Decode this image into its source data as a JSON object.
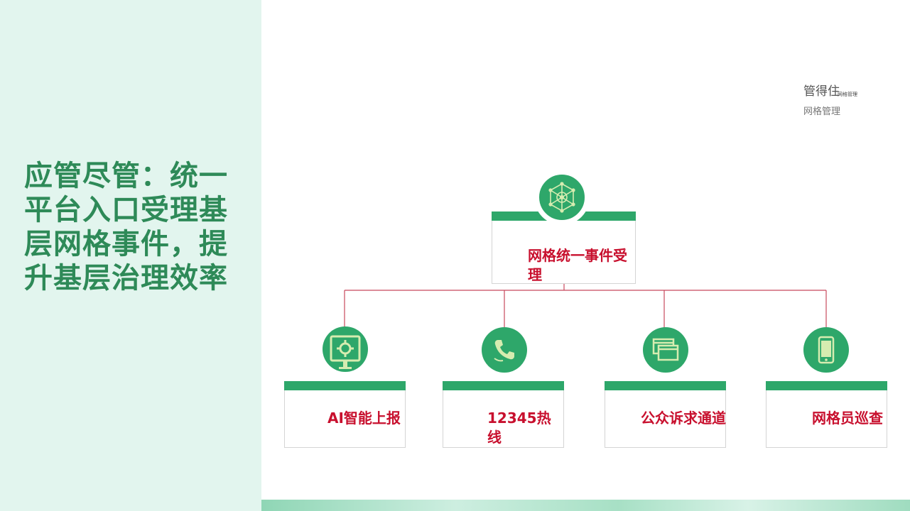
{
  "headline": "应管尽管：统一平台入口受理基层网格事件，提升基层治理效率",
  "top_note": {
    "main": "管得住",
    "tiny": "网格管理",
    "sub": "网格管理"
  },
  "root": {
    "label": "网格统一事件受理",
    "icon": "network-hub-icon"
  },
  "children": [
    {
      "label": "AI智能上报",
      "icon": "gear-monitor-icon"
    },
    {
      "label": "12345热线",
      "icon": "phone-icon"
    },
    {
      "label": "公众诉求通道",
      "icon": "windows-icon"
    },
    {
      "label": "网格员巡查",
      "icon": "mobile-phone-icon"
    }
  ],
  "colors": {
    "green": "#2ea76a",
    "red": "#c8102e",
    "headline": "#2e8a58",
    "connector": "#c8485c"
  }
}
